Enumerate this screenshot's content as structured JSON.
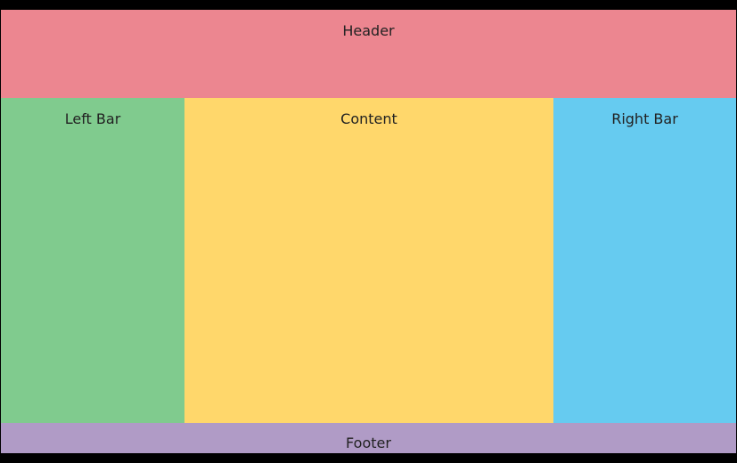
{
  "header": {
    "label": "Header",
    "color": "#ec8690"
  },
  "left_bar": {
    "label": "Left Bar",
    "color": "#80cb8e"
  },
  "content": {
    "label": "Content",
    "color": "#ffd76b"
  },
  "right_bar": {
    "label": "Right Bar",
    "color": "#66cbf0"
  },
  "footer": {
    "label": "Footer",
    "color": "#b09bc6"
  }
}
